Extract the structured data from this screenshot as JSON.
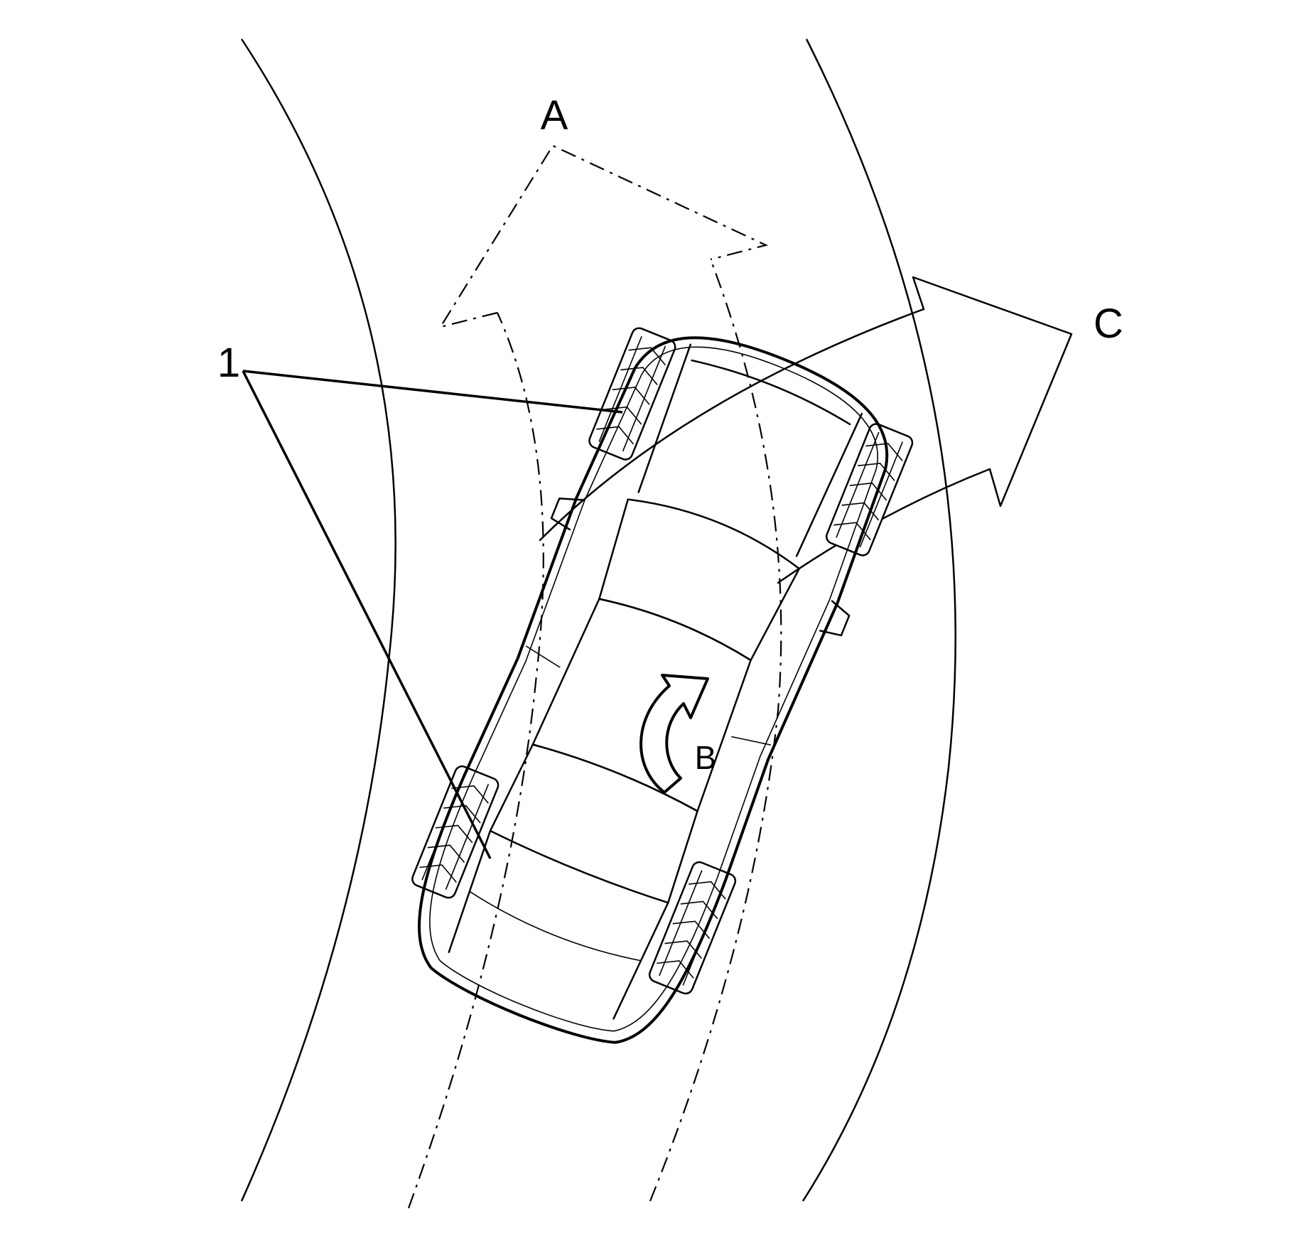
{
  "labels": {
    "a": "A",
    "b": "B",
    "c": "C",
    "one": "1"
  },
  "colors": {
    "ink": "#000000",
    "background": "#ffffff"
  }
}
